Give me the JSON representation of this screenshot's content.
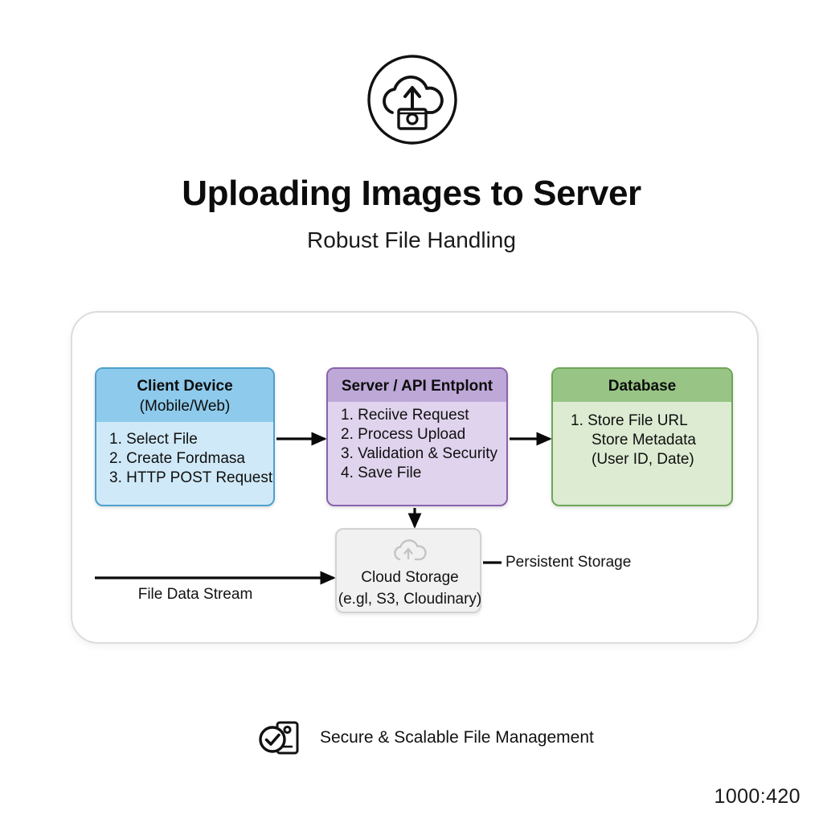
{
  "header": {
    "icon": "cloud-upload-photo-icon",
    "title": "Uploading Images to Server",
    "subtitle": "Robust File Handling"
  },
  "diagram": {
    "nodes": [
      {
        "id": "client",
        "title": "Client Device",
        "subtitle": "(Mobile/Web)",
        "items": [
          "1. Select File",
          "2. Create Fordmasa",
          "3. HTTP POST Request"
        ],
        "header_color": "#8ecaeb",
        "body_color": "#cfe9f8",
        "border_color": "#4e9fcd"
      },
      {
        "id": "server",
        "title": "Server / API Entplont",
        "subtitle": "",
        "items": [
          "1. Reciive Request",
          "2. Process Upload",
          "3. Validation & Security",
          "4. Save File"
        ],
        "header_color": "#bda8d7",
        "body_color": "#dfd3ed",
        "border_color": "#8a62ad"
      },
      {
        "id": "database",
        "title": "Database",
        "subtitle": "",
        "items": [
          "1. Store File URL",
          "Store Metadata",
          "(User ID, Date)"
        ],
        "header_color": "#98c585",
        "body_color": "#dcebd1",
        "border_color": "#6ea557"
      }
    ],
    "cloud": {
      "icon": "cloud-upload-icon",
      "title": "Cloud Storage",
      "subtitle": "(e.gl, S3, Cloudinary)",
      "border_color": "#d2d2d2",
      "fill_color": "#f1f1f1"
    },
    "edges": [
      {
        "id": "client-to-server",
        "label": ""
      },
      {
        "id": "server-to-database",
        "label": ""
      },
      {
        "id": "server-to-cloud",
        "label": ""
      },
      {
        "id": "file-data-stream",
        "label": "File Data Stream"
      },
      {
        "id": "cloud-to-persistent",
        "label": "Persistent Storage"
      }
    ]
  },
  "footer": {
    "icon": "verified-device-icon",
    "label": "Secure & Scalable File Management"
  },
  "corner": {
    "ratio": "1000:420"
  }
}
